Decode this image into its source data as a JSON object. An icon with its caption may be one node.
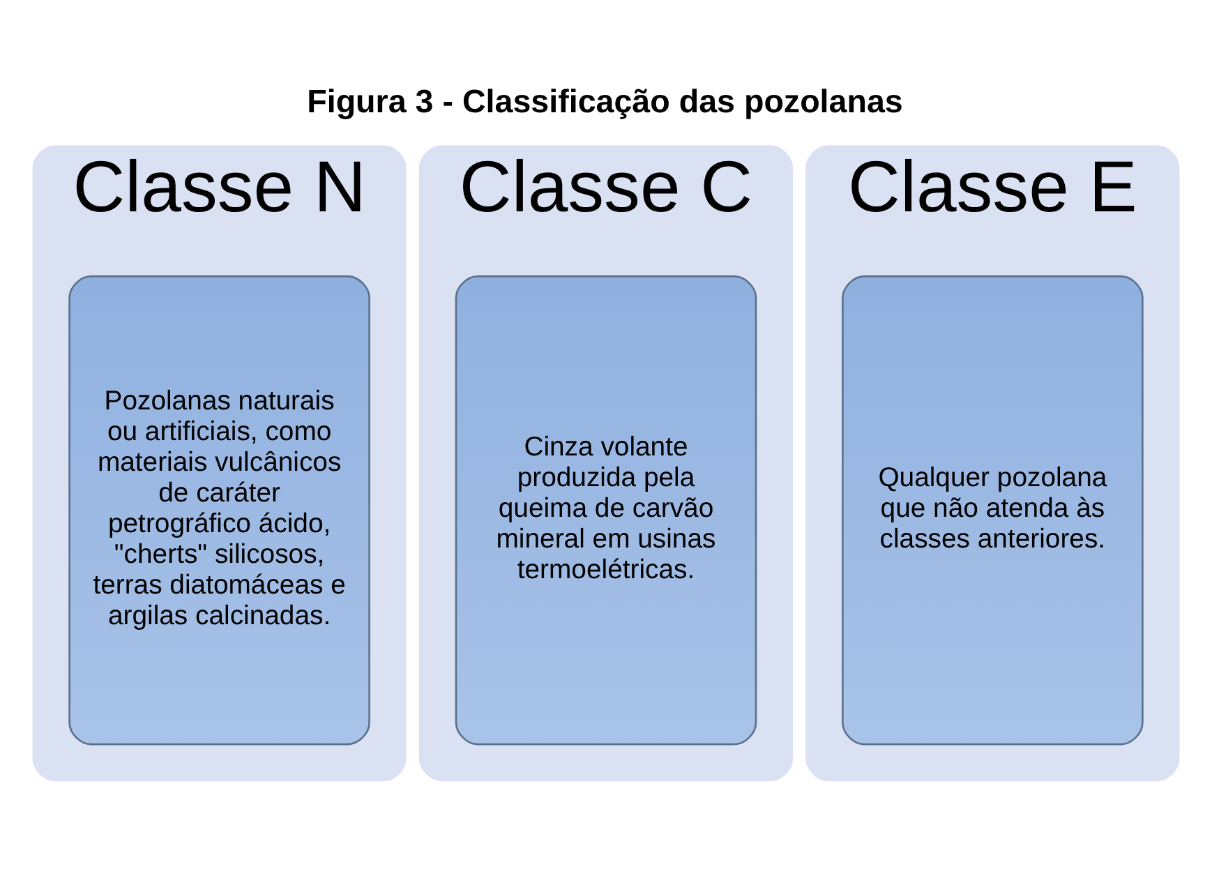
{
  "diagram": {
    "title": "Figura 3 - Classificação das pozolanas",
    "nodes": [
      {
        "text": [
          "Classe N"
        ]
      },
      {
        "text": [
          "Pozolanas naturais ou artificiais, como materiais vulcânicos de caráter petrográfico ácido, \"cherts\" silicosos, terras diatomáceas e argilas calcinadas."
        ],
        "in": 0
      },
      {
        "text": [
          "Classe C"
        ]
      },
      {
        "text": [
          "Cinza volante produzida pela queima de carvão mineral em usinas termoelétricas."
        ],
        "in": 2
      },
      {
        "text": [
          "Classe E"
        ]
      },
      {
        "text": [
          "Qualquer pozolana que não atenda às classes anteriores."
        ],
        "in": 4
      }
    ]
  }
}
